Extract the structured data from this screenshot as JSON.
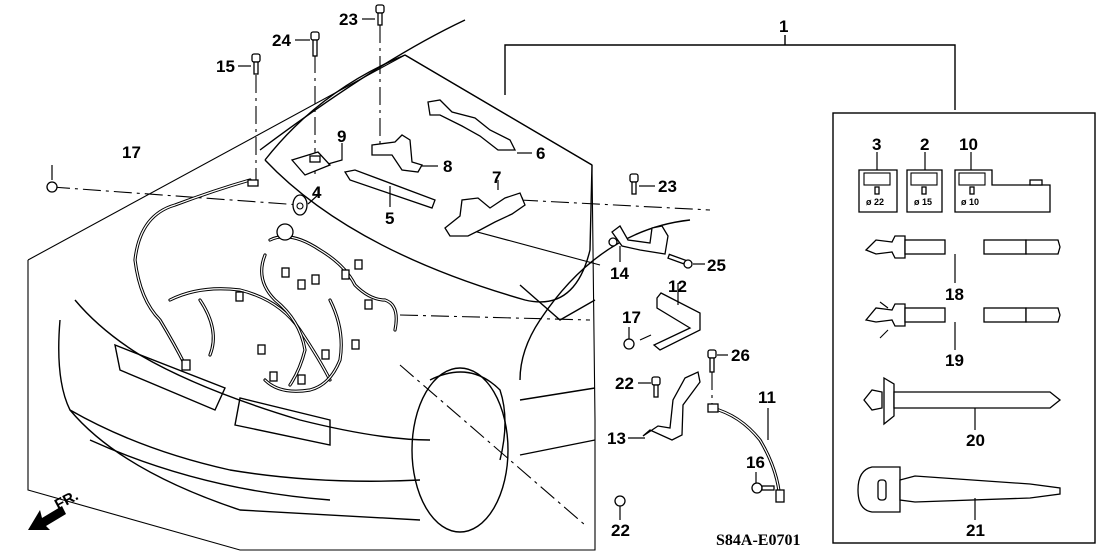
{
  "diagram": {
    "title": "Engine Wire Harness",
    "drawing_code": "S84A-E0701",
    "direction_marker": "FR.",
    "callouts": {
      "c1": "1",
      "c2": "2",
      "c3": "3",
      "c4": "4",
      "c5": "5",
      "c6": "6",
      "c7": "7",
      "c8": "8",
      "c9": "9",
      "c10": "10",
      "c11": "11",
      "c12": "12",
      "c13": "13",
      "c14": "14",
      "c15": "15",
      "c16": "16",
      "c17a": "17",
      "c17b": "17",
      "c18": "18",
      "c19": "19",
      "c20": "20",
      "c21": "21",
      "c22a": "22",
      "c22b": "22",
      "c23a": "23",
      "c23b": "23",
      "c24": "24",
      "c25": "25",
      "c26": "26"
    },
    "connector_sizes": {
      "c3": "ø 22",
      "c2": "ø 15",
      "c10": "ø 10"
    }
  }
}
